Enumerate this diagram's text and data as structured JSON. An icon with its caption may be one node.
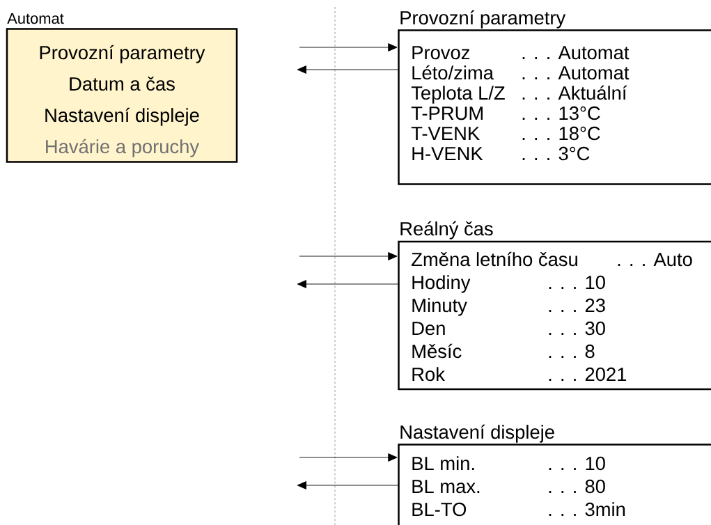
{
  "diagram": {
    "nodes": [
      {
        "text": [
          "Automat",
          "Provozní parametry",
          "Datum a čas",
          "Nastavení displeje",
          "Havárie a poruchy"
        ]
      },
      {
        "text": [
          "Provozní parametry",
          "Provoz",
          ". . . Automat",
          "Léto/zima",
          ". . . Automat",
          "Teplota L/Z",
          ". . . Aktuální",
          "T-PRUM",
          ". . . 13°C",
          "T-VENK",
          ". . . 18°C",
          "H-VENK",
          ". . . 3°C"
        ]
      },
      {
        "text": [
          "Reálný čas",
          "Změna letního času",
          ". . .  Auto",
          "Hodiny",
          ". . . 10",
          "Minuty",
          ". . . 23",
          "Den",
          ". . . 30",
          "Měsíc",
          ". . . 8",
          "Rok",
          ". . . 2021"
        ]
      },
      {
        "text": [
          "Nastavení displeje",
          "BL min.",
          ". . . 10",
          "BL max.",
          ". . .  80",
          "BL-TO",
          ". . .  3min"
        ]
      }
    ],
    "edges": [
      {
        "from": null,
        "to": 1,
        "arrow": "to"
      },
      {
        "from": 1,
        "to": null,
        "arrow": "to"
      },
      {
        "from": null,
        "to": 2,
        "arrow": "to"
      },
      {
        "from": 2,
        "to": null,
        "arrow": "to"
      },
      {
        "from": null,
        "to": 3,
        "arrow": "to"
      },
      {
        "from": 3,
        "to": null,
        "arrow": "to"
      }
    ]
  }
}
